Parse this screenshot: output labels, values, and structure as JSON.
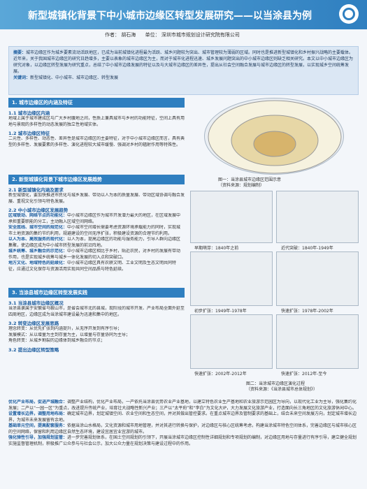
{
  "header": {
    "title": "新型城镇化背景下中小城市边缘区转型发展研究——以当涂县为例",
    "author": "作者：  胡石海",
    "unit": "单位：  深圳市城市规划设计研究院有限公司"
  },
  "abstract": {
    "label": "摘要：",
    "text": "城市边缘区作为城乡要素流动活跃地区，已成为当前城镇化进程最为活跃、城乡问题较为突出、城市管理较为薄弱的区域。同时也是推进新型城镇化和乡村振兴战略的主要载体。近年来，关于我国城市边缘区的研究日趋增多，主要以表象的城市边缘区为主，而对于城市化进程迅速、城乡发展问题突出的中小城市边缘区则缺乏相关研究。本文以中小城市边缘区为研究对象，以边缘区转型发展为研究重点，总结了中小城市边缘发展的特征以及与大城市边缘区的差异性，提出从社会空间融合发展与城市边缘区的转型发展，以实现城乡空间统筹发展。",
    "keywords_label": "关键词：",
    "keywords": "新型城镇化、中小城市、城市边缘区、转型发展"
  },
  "s1": {
    "heading": "1. 城市边缘区的内涵及特征",
    "sub1": "1.1  城市边缘区内涵",
    "p1": "地域上属于城市建成区与广大乡村腹地之间，性质上兼具城市与乡村的功能特征，空间上具有用地与景观的多样性的动态发展的独立性地域实体。",
    "sub2": "1.2  城市边缘区特征",
    "p2": "二元性、多样性、动态性、差异性是城市边缘区的主要特征，对于中小城市边缘区而言，具有典型的多样性、发展要素的多样性、演化进程较大城市缓慢、强调对乡村的辐射作用等特殊性。"
  },
  "s2": {
    "heading": "2. 新型城镇化背景下城市边缘区发展趋势",
    "sub1": "2.1  新型城镇化内涵及要求",
    "p1": "新型城镇化，要加快推进市民化与城乡发展、带动以人为本的质量发展、带动区域协调与融合发展、重视文化引领与特色发展。",
    "sub2": "2.2  中小城市边缘区发展趋势",
    "p2a_label": "区域联动、网络节点的功能化：",
    "p2a": "中小城市边缘区作为城市开发潜力最大的地区，在区域发展中承担重要职能的分工，主动融入区域空间网络。",
    "p2b_label": "安全底线、城市空间的规范化：",
    "p2b": "中小城市空间增长需要考虑资源环境承载能力的同时，实现城市土地资源的集约节约利用，规避建设的空间无序扩张，积极建设资源的合理节约利用。",
    "p2c_label": "以人为本、高效服务的现代化：",
    "p2c": "以人为本，提高边缘区的功能与服务能力，引导人群向边缘区集聚，使边缘区成为中小城市转型发展的前沿阵地。",
    "p2d_label": "城乡统筹、城乡融合的示范化：",
    "p2d": "中小城市边缘区相比于乡村，贴近农民，对乡村的发展有带动作用，也是实现城乡统筹与城乡一体化发展的切入点和突破口。",
    "p2e_label": "地方文化、地域特色的延续化：",
    "p2e": "中小城市边缘区具有农耕文明、工业文明及生态文明共同特征，应通过文化保存与资源活用实现共同空间品质与特色延续。"
  },
  "s3": {
    "heading": "3. 当涂县城市边缘区转型发展实践",
    "sub1": "3.1  当涂县城市边缘区概况",
    "p1": "当涂县隶属于安徽省马鞍山市，是省会城市北的县城，现阶段的城市开发、产业布局全面外延至四周地区，边缘区成为当涂城市建设最为迅速和集中的地区。",
    "sub2": "3.2  转变边缘区发展思路",
    "p2a": "理念转变：从优先扩张到内涵提升，从无序开发到有序引导；",
    "p2b": "发展模式：从以增量为主到存量为主，以增量与存量协同为主导；",
    "p2c": "角色转变：从城乡割裂的边缘体到城乡融合的节点；",
    "sub3": "3.2  提出边缘区转型策略"
  },
  "bottom": {
    "b1_label": "优化产业布局，促进产城融合：",
    "b1": "调整产业结构，优化产业布局，一产依托当涂县优势农业产业基地，以建立特色农业生产基地和农业旅游示范园区为导向，以现代化工业为主导，强化集约化发展；二产以“一园一区”为重点，改进提升传统产业，培育壮大战略性新兴产业；三产以“太平府”和“李白”为文化大IP，大力发展文化旅游产业，打造面向长三角地区的文化旅游休闲中心。",
    "b2_label": "设置增长边界，调整用地布局：",
    "b2": "确定城市边界，划定城镇空间、农业空间和生态空间，并对其做出管控要求。在重点城市边界及管制要求的基础上，结合未来空间发展方向，划定城市增长边界，为城市未来发展留有余地。",
    "b3_label": "基础单元空间，提高配套服务：",
    "b3": "依据当涂山水格局，文化资源和城市用地管理，并对其进行转换与保护，对边缘区与核心区统筹考虑，构建当涂城市特色空间体系，完善边缘区与城市核心区的空间网络，保留和利用边缘区自然生态环境，建设宜居宜业宜游的城市。",
    "b4_label": "强化弹性引导，加强规划监管：",
    "b4": "进一步完善规划体系，在国土空间规划的引领下，开展当涂城市边缘区控制性详细规划和专项规划的编制，对边缘区用地与存量进行有序引导，建立健全规划实施监督管理机制，积极推广公众参与与社会公示，加大公众力量在规划决策与建设过程中的作用。"
  },
  "figures": {
    "fig1_caption": "图一：当涂县城市边缘区范围示意",
    "fig1_source": "（资料来源：规划编制）",
    "p_early": "早期萌芽：1840年之前",
    "p_modern": "近代突破：1840年-1949年",
    "p_initial": "初步扩张：1949年-1978年",
    "p_fast": "快速扩张：1978年-2002年",
    "p_rapid": "快速扩张：2002年-2012年",
    "p_new": "快速扩张：2012年-至今",
    "fig2_caption": "图二：当涂城市边缘区演化过程",
    "fig2_source": "（资料来源：《当涂县城市总体规划》）"
  }
}
